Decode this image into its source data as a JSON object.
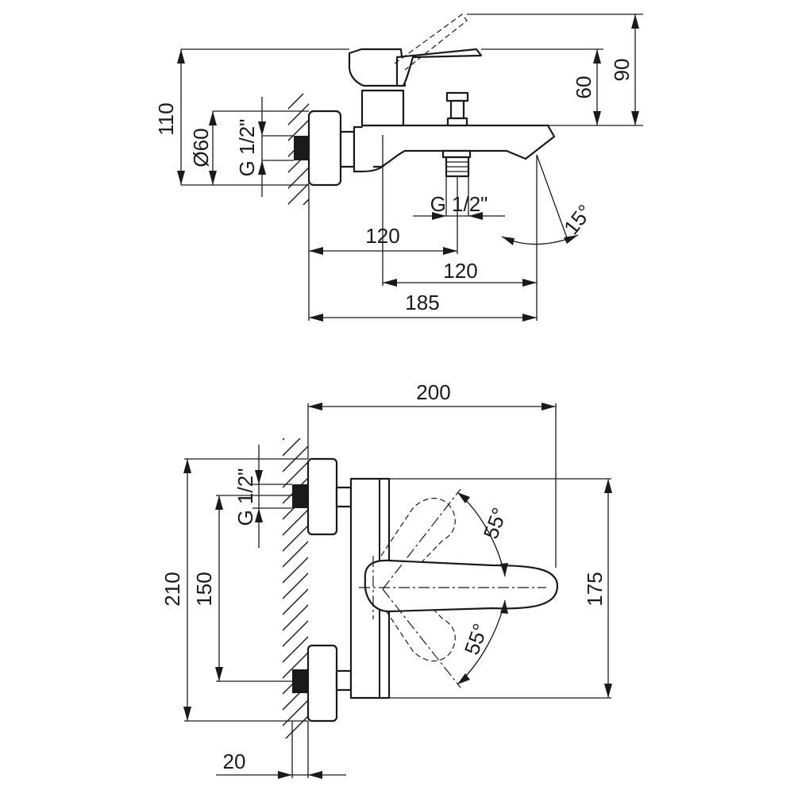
{
  "top_view": {
    "dim_110": "110",
    "dim_dia60": "Ø60",
    "dim_g_left": "G 1/2\"",
    "dim_g_bottom": "G 1/2\"",
    "dim_120_a": "120",
    "dim_120_b": "120",
    "dim_185": "185",
    "dim_angle_15": "15°",
    "dim_60": "60",
    "dim_90": "90"
  },
  "front_view": {
    "dim_200": "200",
    "dim_g_left": "G 1/2\"",
    "dim_210": "210",
    "dim_150": "150",
    "dim_175": "175",
    "dim_angle_55_top": "55°",
    "dim_angle_55_bottom": "55°",
    "dim_20": "20"
  }
}
